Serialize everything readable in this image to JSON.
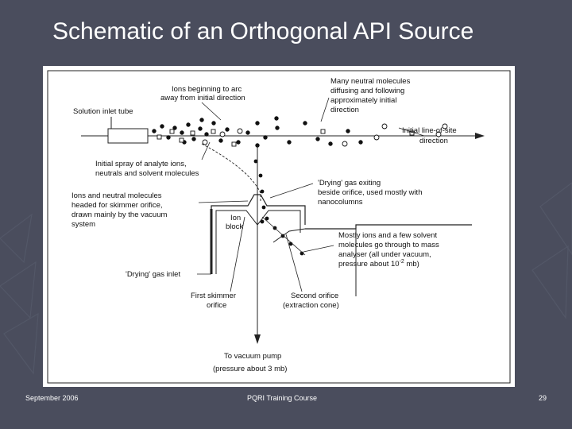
{
  "slide": {
    "title": "Schematic of an Orthogonal API Source",
    "footer_left": "September 2006",
    "footer_center": "PQRI Training Course",
    "footer_right": "29"
  },
  "diagram": {
    "labels": {
      "ions_arc_1": "Ions beginning to arc",
      "ions_arc_2": "away from initial direction",
      "neutral_1": "Many neutral molecules",
      "neutral_2": "diffusing and following",
      "neutral_3": "approximately initial",
      "neutral_4": "direction",
      "solution_inlet": "Solution inlet tube",
      "line_of_site_1": "Initial line-of-site",
      "line_of_site_2": "direction",
      "spray_1": "Initial spray of analyte ions,",
      "spray_2": "neutrals and solvent molecules",
      "drying_exit_1": "'Drying' gas exiting",
      "drying_exit_2": "beside orifice, used mostly with",
      "drying_exit_3": "nanocolumns",
      "ions_skimmer_1": "Ions and neutral molecules",
      "ions_skimmer_2": "headed for skimmer orifice,",
      "ions_skimmer_3": "drawn mainly by the vacuum",
      "ions_skimmer_4": "system",
      "ion_block_1": "Ion",
      "ion_block_2": "block",
      "mostly_ions_1": "Mostly ions and a few solvent",
      "mostly_ions_2": "molecules go through to mass",
      "mostly_ions_3": "analyser (all under vacuum,",
      "mostly_ions_4": "pressure about 10",
      "mostly_ions_exp": "-2",
      "mostly_ions_unit": " mb)",
      "drying_inlet": "'Drying' gas inlet",
      "first_skimmer_1": "First skimmer",
      "first_skimmer_2": "orifice",
      "second_orifice_1": "Second orifice",
      "second_orifice_2": "(extraction cone)",
      "vacuum_1": "To vacuum pump",
      "vacuum_2": "(pressure about 3 mb)"
    }
  }
}
